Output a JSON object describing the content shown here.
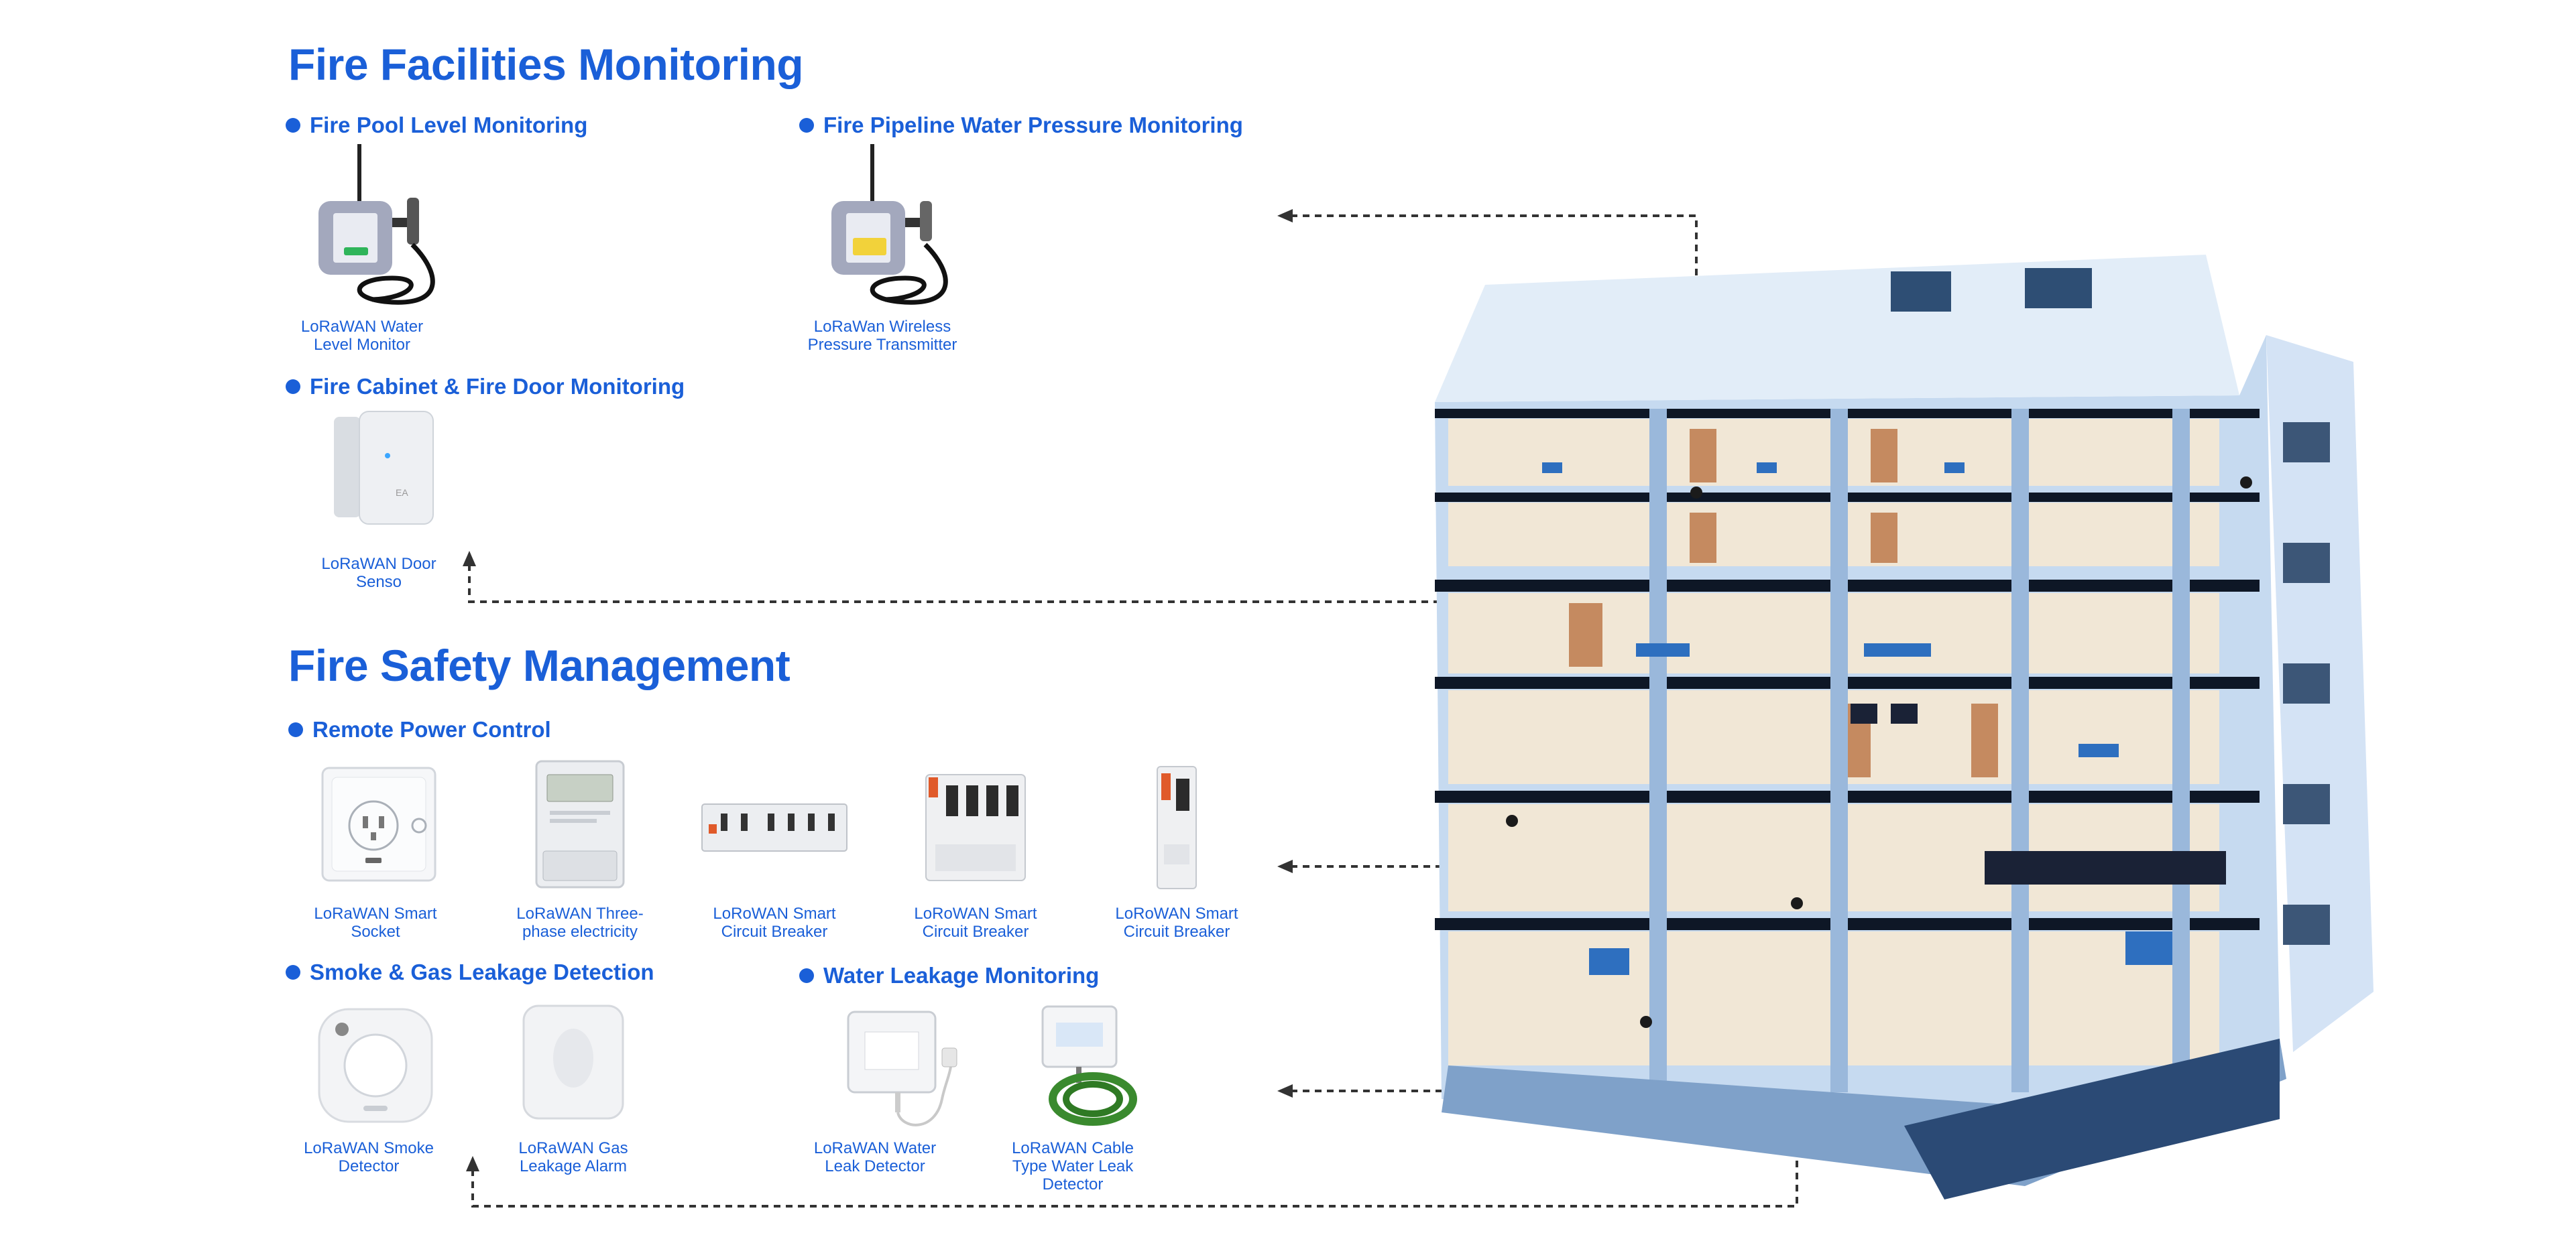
{
  "sections": {
    "facilities": {
      "title": "Fire Facilities Monitoring",
      "subs": [
        {
          "label": "Fire Pool Level Monitoring"
        },
        {
          "label": "Fire Pipeline Water Pressure Monitoring"
        },
        {
          "label": "Fire Cabinet & Fire Door Monitoring"
        }
      ],
      "devices": [
        {
          "caption": "LoRaWAN Water\nLevel Monitor",
          "icon": "water-level-monitor-icon"
        },
        {
          "caption": "LoRaWan Wireless\nPressure Transmitter",
          "icon": "pressure-transmitter-icon"
        },
        {
          "caption": "LoRaWAN Door\nSenso",
          "icon": "door-sensor-icon"
        }
      ]
    },
    "safety": {
      "title": "Fire Safety Management",
      "subs": [
        {
          "label": "Remote Power Control"
        },
        {
          "label": "Smoke & Gas Leakage Detection"
        },
        {
          "label": "Water Leakage Monitoring"
        }
      ],
      "power_devices": [
        {
          "caption": "LoRaWAN Smart\nSocket",
          "icon": "smart-socket-icon"
        },
        {
          "caption": "LoRaWAN Three-\nphase electricity",
          "icon": "three-phase-meter-icon"
        },
        {
          "caption": "LoRoWAN Smart\nCircuit Breaker",
          "icon": "circuit-breaker-icon"
        },
        {
          "caption": "LoRoWAN Smart\nCircuit Breaker",
          "icon": "circuit-breaker-icon"
        },
        {
          "caption": "LoRoWAN Smart\nCircuit Breaker",
          "icon": "circuit-breaker-icon"
        }
      ],
      "smoke_devices": [
        {
          "caption": "LoRaWAN Smoke\nDetector",
          "icon": "smoke-detector-icon"
        },
        {
          "caption": "LoRaWAN Gas\nLeakage Alarm",
          "icon": "gas-alarm-icon"
        }
      ],
      "water_devices": [
        {
          "caption": "LoRaWAN  Water\nLeak Detector",
          "icon": "water-leak-detector-icon"
        },
        {
          "caption": "LoRaWAN  Cable\nType Water Leak\nDetector",
          "icon": "cable-leak-detector-icon"
        }
      ]
    }
  },
  "colors": {
    "accent": "#1a5fd8",
    "connector": "#333333",
    "building": "#b9d3ee"
  }
}
